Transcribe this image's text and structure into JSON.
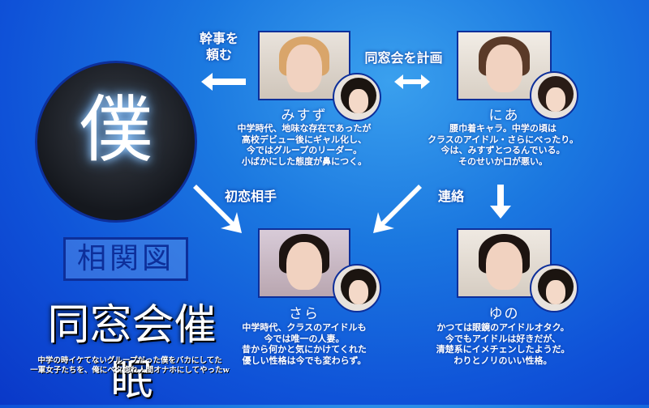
{
  "center": {
    "label": "僕"
  },
  "relations": {
    "boku_misuzu": "幹事を頼む",
    "misuzu_nia": "同窓会を計画",
    "boku_sara": "初恋相手",
    "nia_yuno": "連絡"
  },
  "characters": [
    {
      "name": "みすず",
      "description": [
        "中学時代、地味な存在であったが",
        "高校デビュー後にギャル化し、",
        "今ではグループのリーダー。",
        "小ばかにした態度が鼻につく。"
      ]
    },
    {
      "name": "にあ",
      "description": [
        "腰巾着キャラ。中学の頃は",
        "クラスのアイドル・さらにべったり。",
        "今は、みすずとつるんでいる。",
        "そのせいか口が悪い。"
      ]
    },
    {
      "name": "さら",
      "description": [
        "中学時代、クラスのアイドルも",
        "今では唯一の人妻。",
        "昔から何かと気にかけてくれた",
        "優しい性格は今でも変わらず。"
      ]
    },
    {
      "name": "ゆの",
      "description": [
        "かつては眼鏡のアイドルオタク。",
        "今でもアイドルは好きだが、",
        "清楚系にイメチェンしたようだ。",
        "わりとノリのいい性格。"
      ]
    }
  ],
  "badge": "相関図",
  "title": "同窓会催眠",
  "subtitle": [
    "中学の時イケてないグループだった僕をバカにしてた",
    "一軍女子たちを、俺にベタ惚れ人間オナホにしてやったw"
  ],
  "colors": {
    "background": "#1b78e0",
    "border": "#0d2f9a",
    "glow": "#9fd0ff"
  }
}
